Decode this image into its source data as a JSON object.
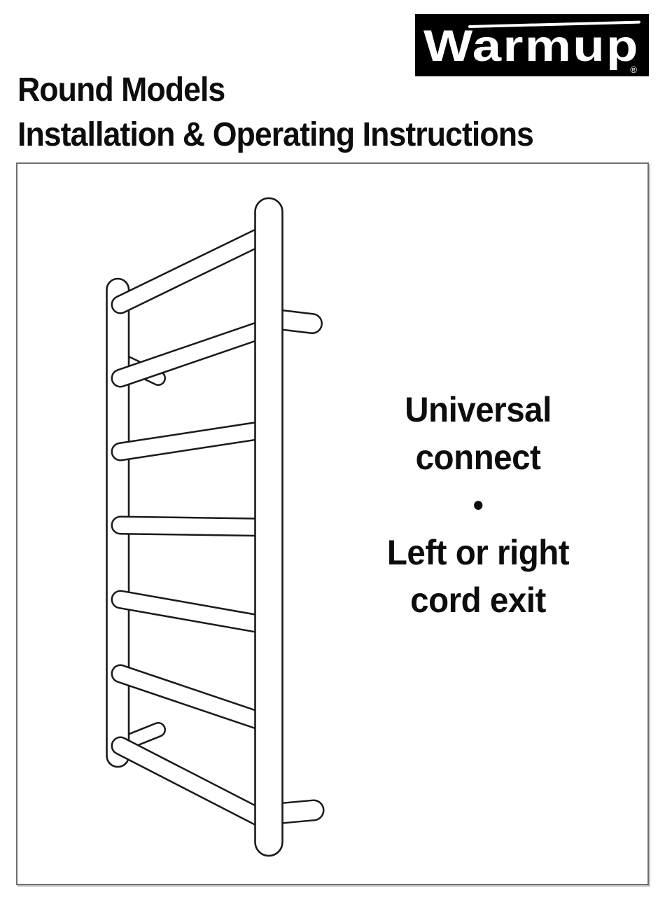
{
  "logo": {
    "text": "Warmup",
    "registered": "®",
    "bg_color": "#000000",
    "fg_color": "#ffffff"
  },
  "title": {
    "line1": "Round Models",
    "line2": "Installation & Operating Instructions"
  },
  "panel": {
    "line1": "Universal",
    "line2": "connect",
    "bullet": "●",
    "line3": "Left or right",
    "line4": "cord exit"
  },
  "illustration": {
    "name": "round-towel-warmer-line-drawing",
    "vertical_rails": 2,
    "towel_bars": 7,
    "wall_brackets": 4
  },
  "colors": {
    "text": "#0d0d0d",
    "line_art": "#1a1a1a",
    "frame_border": "#6f6f6f",
    "background": "#ffffff"
  }
}
